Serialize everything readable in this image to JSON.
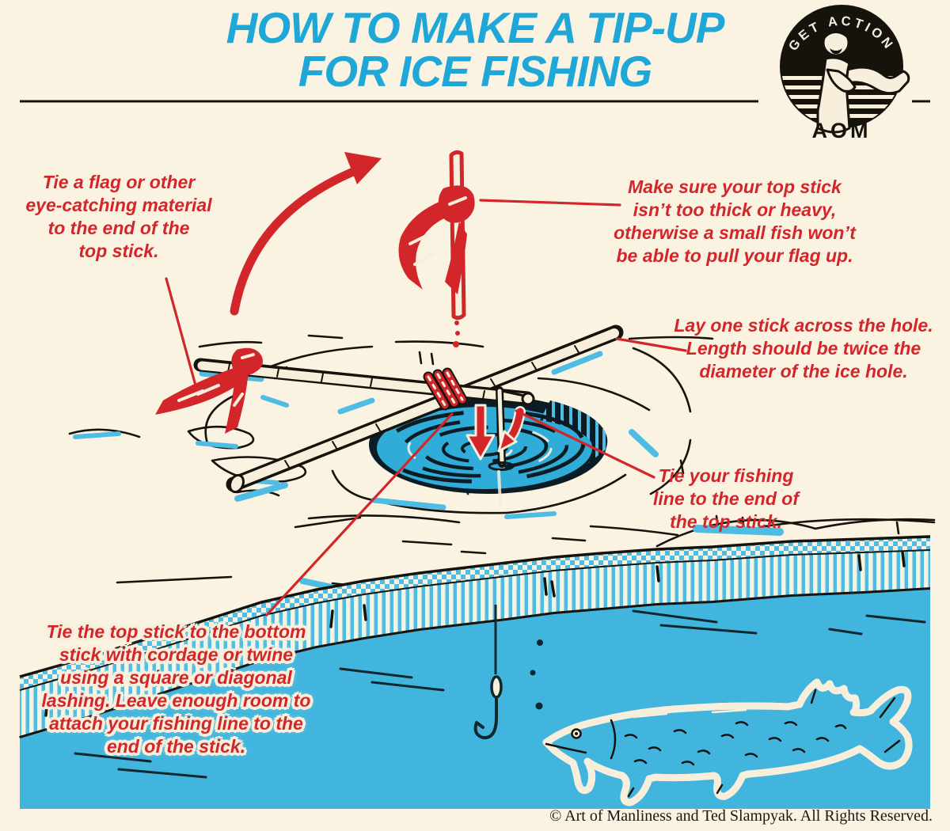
{
  "page": {
    "title_line1": "HOW TO MAKE A TIP-UP",
    "title_line2": "FOR ICE FISHING",
    "footer": "© Art of Manliness and Ted Slampyak. All Rights Reserved."
  },
  "logo": {
    "arc_text": "GET ACTION",
    "monogram": "AOM"
  },
  "annotations": {
    "flag": {
      "lines": [
        "Tie a flag or other",
        "eye-catching material",
        "to the end of the",
        "top stick."
      ]
    },
    "top_stick_weight": {
      "lines": [
        "Make sure your top stick",
        "isn’t too thick or heavy,",
        "otherwise a small fish won’t",
        "be able to pull your flag up."
      ]
    },
    "cross_stick": {
      "lines": [
        "Lay one stick across the hole.",
        "Length should be twice the",
        "diameter of the ice hole."
      ]
    },
    "fishing_line": {
      "lines": [
        "Tie your fishing",
        "line to the end of",
        "the top stick."
      ]
    },
    "lashing": {
      "lines": [
        "Tie the top stick to the bottom",
        "stick with cordage or twine",
        "using a square or diagonal",
        "lashing. Leave enough room to",
        "attach your fishing line to the",
        "end of the stick."
      ]
    }
  },
  "colors": {
    "background": "#faf3e2",
    "title_blue": "#1ea7d7",
    "annotation_red": "#d2262b",
    "water_blue": "#41b5de",
    "hole_blue": "#2fadd8",
    "ink": "#16130c"
  }
}
